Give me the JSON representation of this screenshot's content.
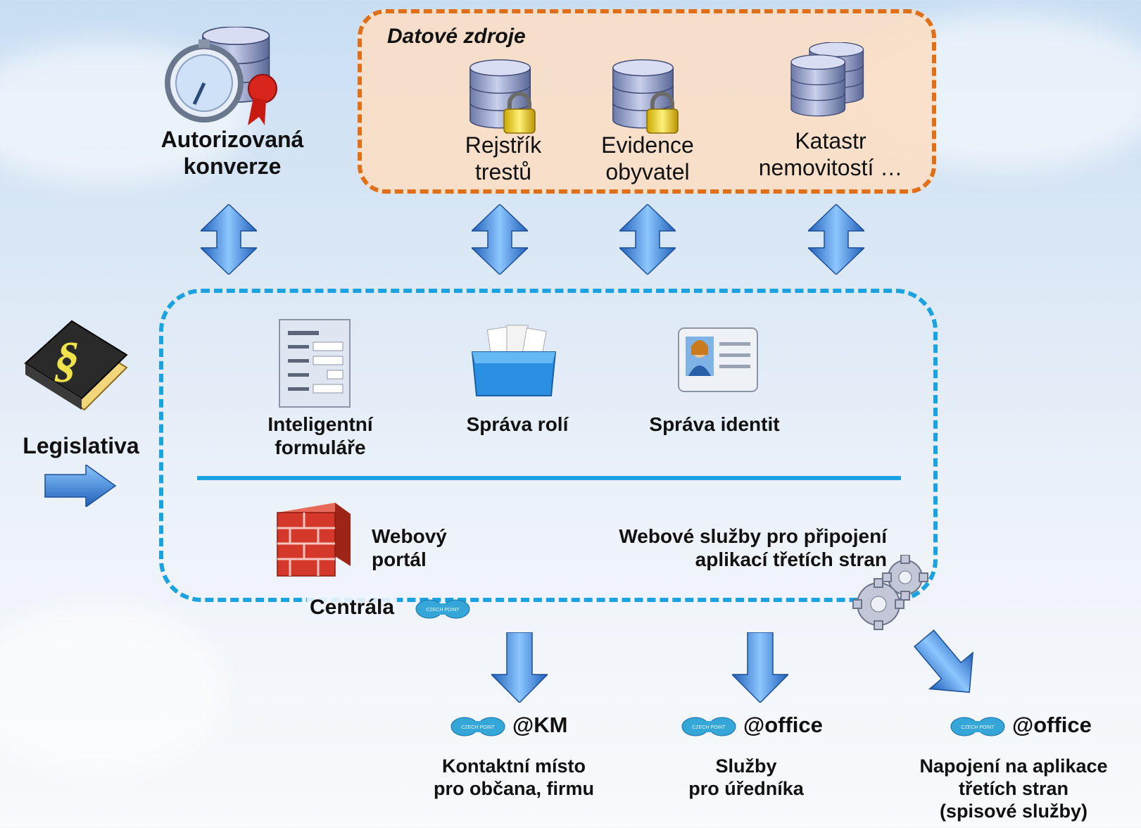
{
  "data_sources": {
    "title": "Datové zdroje",
    "items": [
      {
        "line1": "Rejstřík",
        "line2": "trestů"
      },
      {
        "line1": "Evidence",
        "line2": "obyvatel"
      },
      {
        "line1": "Katastr",
        "line2": "nemovitostí …"
      }
    ]
  },
  "authorized_conversion": {
    "line1": "Autorizovaná",
    "line2": "konverze"
  },
  "legislation": {
    "label": "Legislativa"
  },
  "central": {
    "label": "Centrála",
    "modules": [
      {
        "line1": "Inteligentní",
        "line2": "formuláře"
      },
      {
        "line1": "Správa rolí",
        "line2": ""
      },
      {
        "line1": "Správa identit",
        "line2": ""
      }
    ],
    "web_portal": {
      "line1": "Webový",
      "line2": "portál"
    },
    "web_services": {
      "line1": "Webové služby pro připojení",
      "line2": "aplikací třetích stran"
    }
  },
  "outputs": [
    {
      "badge": "@KM",
      "line1": "Kontaktní místo",
      "line2": "pro občana, firmu",
      "line3": ""
    },
    {
      "badge": "@office",
      "line1": "Služby",
      "line2": "pro úředníka",
      "line3": ""
    },
    {
      "badge": "@office",
      "line1": "Napojení na aplikace",
      "line2": "třetích stran",
      "line3": "(spisové služby)"
    }
  ],
  "colors": {
    "data_sources_border": "#e06f1a",
    "central_border": "#1aa3e0",
    "arrow": "#2f7fd6"
  }
}
